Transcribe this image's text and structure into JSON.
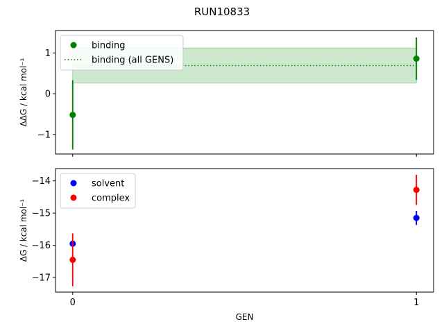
{
  "figure_title": "RUN10833",
  "chart_data": [
    {
      "type": "scatter",
      "panel": "top",
      "x": [
        0,
        1
      ],
      "xlim": [
        -0.05,
        1.05
      ],
      "xticks": [
        0,
        1
      ],
      "xtick_labels": [
        "",
        ""
      ],
      "ylim": [
        -1.48,
        1.55
      ],
      "yticks": [
        -1,
        0,
        1
      ],
      "ytick_labels": [
        "−1",
        "0",
        "1"
      ],
      "ylabel": "ΔΔG / kcal mol⁻¹",
      "legend_position": "upper-left",
      "series": [
        {
          "name": "binding",
          "kind": "errorbar-points",
          "color": "#008000",
          "values": [
            -0.52,
            0.86
          ],
          "errors": [
            0.85,
            0.52
          ]
        },
        {
          "name": "binding (all GENS)",
          "kind": "dotted-line-with-band",
          "color": "#008000",
          "band_color": "#cde8cd",
          "value": 0.69,
          "band": [
            0.26,
            1.12
          ]
        }
      ]
    },
    {
      "type": "scatter",
      "panel": "bottom",
      "x": [
        0,
        1
      ],
      "xlim": [
        -0.05,
        1.05
      ],
      "xticks": [
        0,
        1
      ],
      "xtick_labels": [
        "0",
        "1"
      ],
      "xlabel": "GEN",
      "ylim": [
        -17.45,
        -13.62
      ],
      "yticks": [
        -17,
        -16,
        -15,
        -14
      ],
      "ytick_labels": [
        "−17",
        "−16",
        "−15",
        "−14"
      ],
      "ylabel": "ΔG / kcal mol⁻¹",
      "legend_position": "upper-left",
      "series": [
        {
          "name": "solvent",
          "kind": "errorbar-points",
          "color": "#0000ff",
          "values": [
            -15.95,
            -15.15
          ],
          "errors": [
            0.05,
            0.22
          ]
        },
        {
          "name": "complex",
          "kind": "errorbar-points",
          "color": "#ff0000",
          "values": [
            -16.45,
            -14.28
          ],
          "errors": [
            0.82,
            0.47
          ]
        }
      ]
    }
  ]
}
